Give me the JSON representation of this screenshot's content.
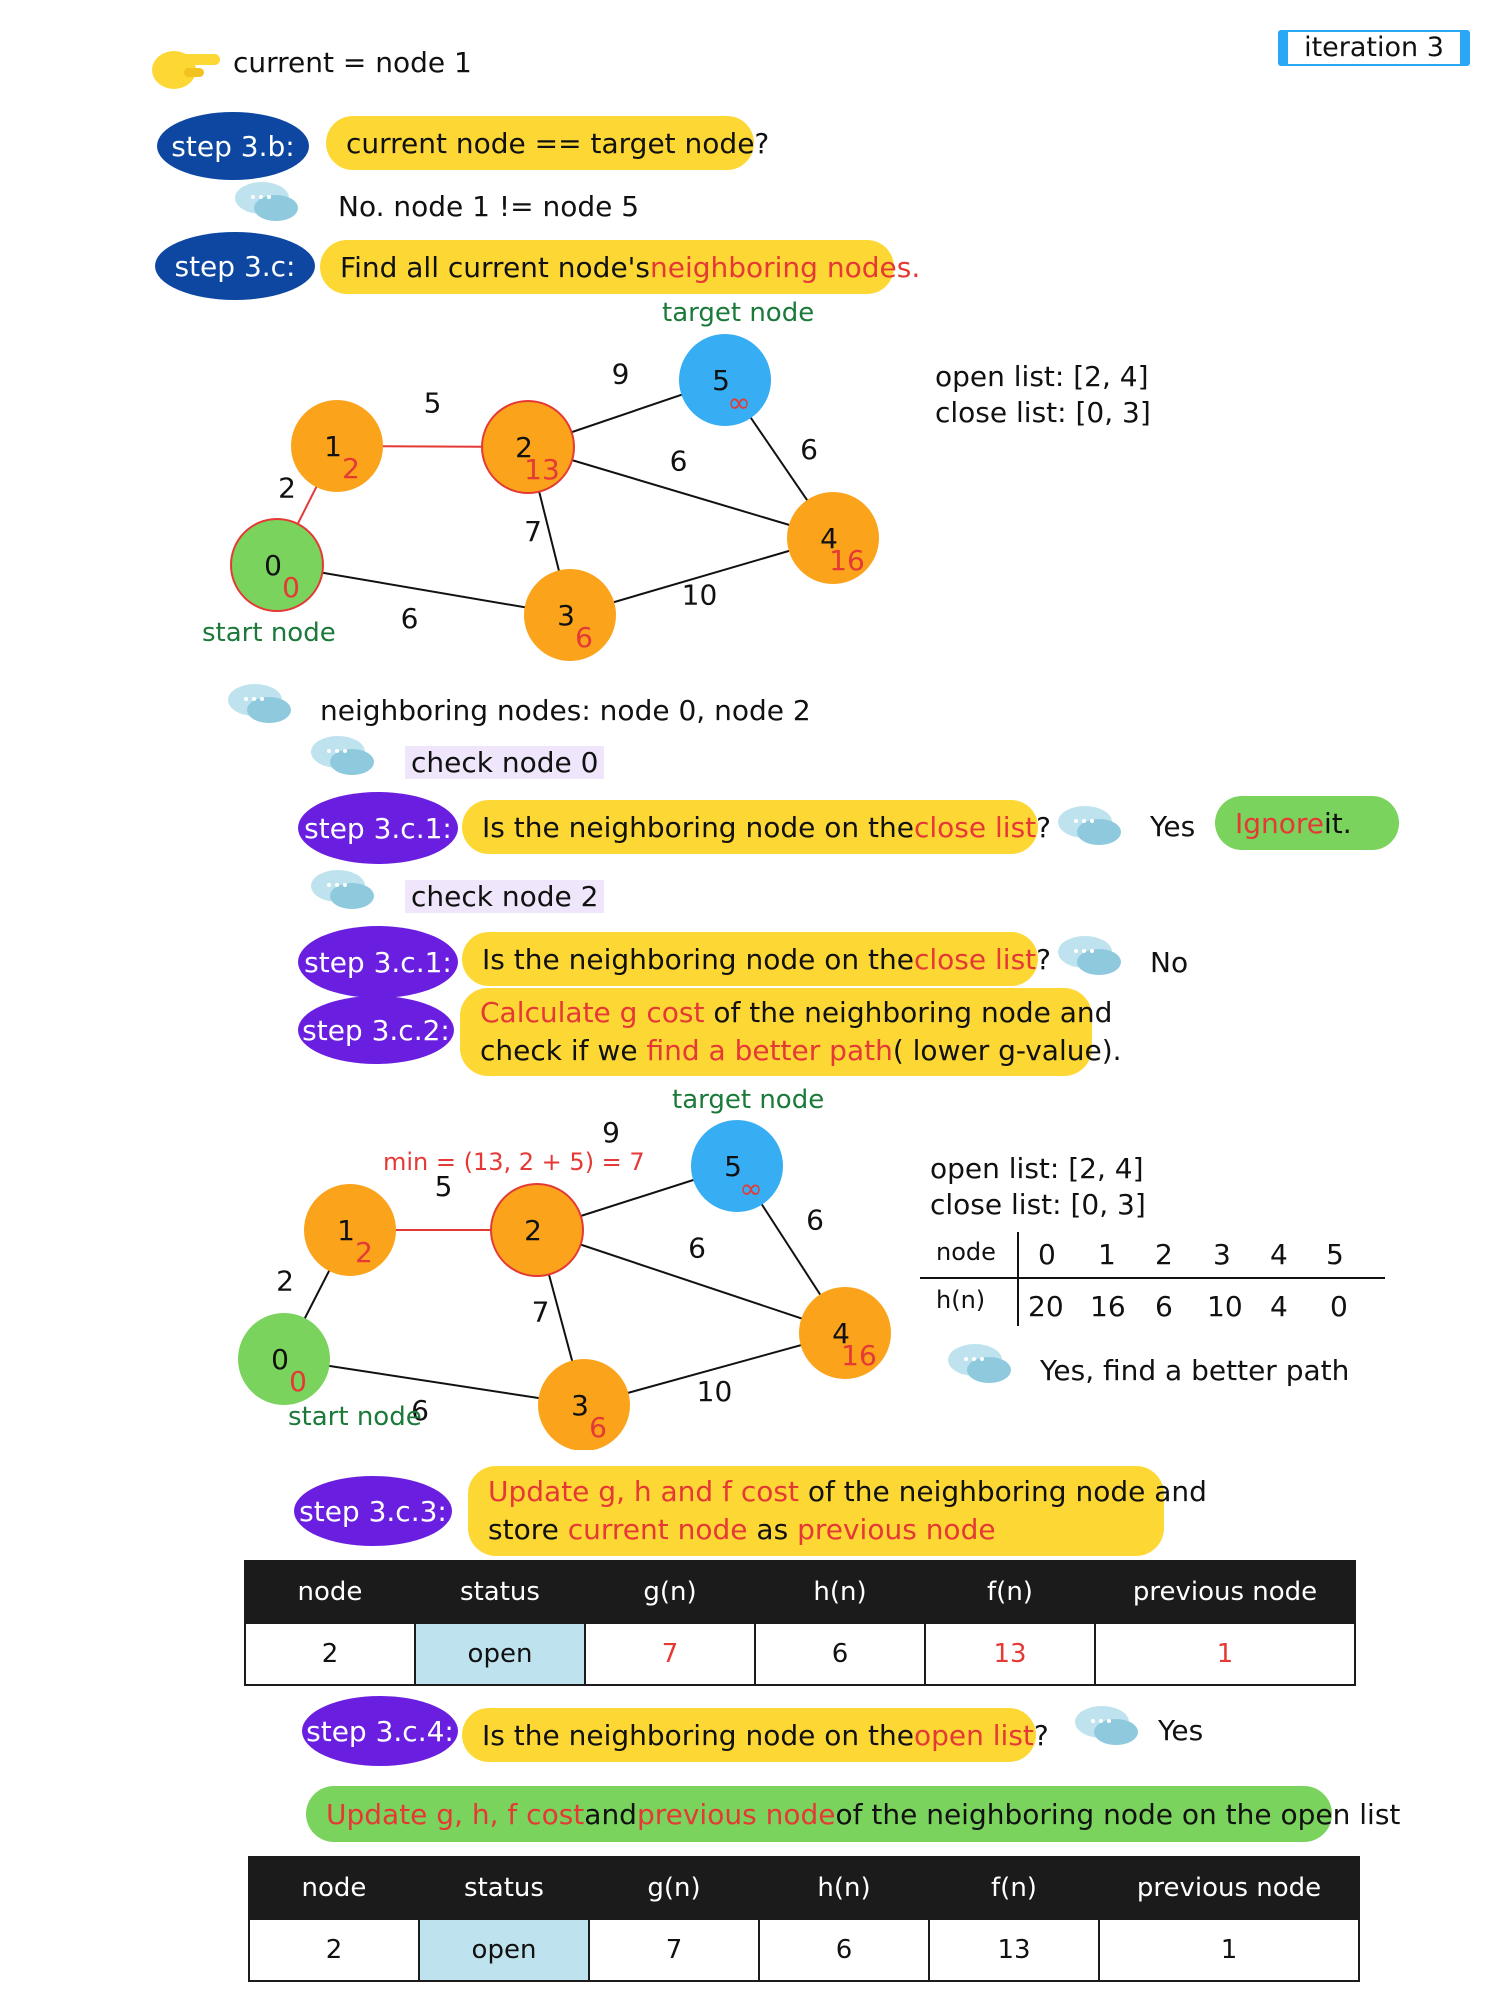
{
  "iteration_label": "iteration 3",
  "current_label": "current = node 1",
  "steps": {
    "s3b": {
      "badge": "step 3.b:",
      "text": "current node == target node?",
      "answer": "No. node 1 != node 5"
    },
    "s3c": {
      "badge": "step 3.c:",
      "text_a": "Find all current node's ",
      "text_b": "neighboring nodes."
    }
  },
  "graph1": {
    "target_label": "target node",
    "start_label": "start node",
    "open_list": "open list: [2, 4]",
    "close_list": "close list: [0, 3]",
    "nodes": [
      {
        "id": "0",
        "g": "0",
        "color": "#7ad35c",
        "ring": "#e53935"
      },
      {
        "id": "1",
        "g": "2",
        "color": "#fba31b",
        "ring": ""
      },
      {
        "id": "2",
        "g": "13",
        "color": "#fba31b",
        "ring": "#e53935"
      },
      {
        "id": "3",
        "g": "6",
        "color": "#fba31b",
        "ring": ""
      },
      {
        "id": "4",
        "g": "16",
        "color": "#fba31b",
        "ring": ""
      },
      {
        "id": "5",
        "g": "∞",
        "color": "#37aef4",
        "ring": ""
      }
    ],
    "edges": [
      {
        "from": "0",
        "to": "1",
        "w": "2",
        "color": "#e53935"
      },
      {
        "from": "1",
        "to": "2",
        "w": "5",
        "color": "#e53935"
      },
      {
        "from": "0",
        "to": "3",
        "w": "6",
        "color": "#111111"
      },
      {
        "from": "2",
        "to": "3",
        "w": "7",
        "color": "#111111"
      },
      {
        "from": "2",
        "to": "5",
        "w": "9",
        "color": "#111111"
      },
      {
        "from": "2",
        "to": "4",
        "w": "6",
        "color": "#111111"
      },
      {
        "from": "3",
        "to": "4",
        "w": "10",
        "color": "#111111"
      },
      {
        "from": "5",
        "to": "4",
        "w": "6",
        "color": "#111111"
      }
    ]
  },
  "neighbors_text": "neighboring nodes: node 0, node 2",
  "check0": "check node 0",
  "s3c1a": {
    "badge": "step 3.c.1:",
    "text_a": "Is the neighboring node on the ",
    "text_b": "close list",
    "text_c": "?",
    "answer": "Yes",
    "action_a": "Ignore",
    "action_b": " it."
  },
  "check2": "check node 2",
  "s3c1b": {
    "badge": "step 3.c.1:",
    "text_a": "Is the neighboring node on the ",
    "text_b": "close list",
    "text_c": "?",
    "answer": "No"
  },
  "s3c2": {
    "badge": "step 3.c.2:",
    "l1_a": "Calculate g cost",
    "l1_b": " of the neighboring node and",
    "l2_a": "check if we ",
    "l2_b": "find a better path",
    "l2_c": "( lower g-value)."
  },
  "graph2": {
    "target_label": "target node",
    "start_label": "start node",
    "min_label": "min = (13, 2 + 5) = 7",
    "open_list": "open list: [2, 4]",
    "close_list": "close list: [0, 3]",
    "nodes": [
      {
        "id": "0",
        "g": "0",
        "color": "#7ad35c",
        "ring": ""
      },
      {
        "id": "1",
        "g": "2",
        "color": "#fba31b",
        "ring": ""
      },
      {
        "id": "2",
        "g": "",
        "color": "#fba31b",
        "ring": "#e53935"
      },
      {
        "id": "3",
        "g": "6",
        "color": "#fba31b",
        "ring": ""
      },
      {
        "id": "4",
        "g": "16",
        "color": "#fba31b",
        "ring": ""
      },
      {
        "id": "5",
        "g": "∞",
        "color": "#37aef4",
        "ring": ""
      }
    ],
    "edges": [
      {
        "from": "0",
        "to": "1",
        "w": "2",
        "color": "#111111"
      },
      {
        "from": "1",
        "to": "2",
        "w": "5",
        "color": "#e53935"
      },
      {
        "from": "0",
        "to": "3",
        "w": "6",
        "color": "#111111"
      },
      {
        "from": "2",
        "to": "3",
        "w": "7",
        "color": "#111111"
      },
      {
        "from": "2",
        "to": "5",
        "w": "9",
        "color": "#111111"
      },
      {
        "from": "2",
        "to": "4",
        "w": "6",
        "color": "#111111"
      },
      {
        "from": "3",
        "to": "4",
        "w": "10",
        "color": "#111111"
      },
      {
        "from": "5",
        "to": "4",
        "w": "6",
        "color": "#111111"
      }
    ]
  },
  "heuristic_table": {
    "row1_label": "node",
    "row2_label": "h(n)",
    "nodes": [
      "0",
      "1",
      "2",
      "3",
      "4",
      "5"
    ],
    "h": [
      "20",
      "16",
      "6",
      "10",
      "4",
      "0"
    ]
  },
  "better_path_answer": "Yes, find a better path",
  "s3c3": {
    "badge": "step 3.c.3:",
    "l1_a": "Update g, h and f cost",
    "l1_b": " of the neighboring node and",
    "l2_a": "store ",
    "l2_b": "current node",
    "l2_c": " as ",
    "l2_d": "previous node"
  },
  "table_headers": [
    "node",
    "status",
    "g(n)",
    "h(n)",
    "f(n)",
    "previous node"
  ],
  "table1_row": [
    "2",
    "open",
    "7",
    "6",
    "13",
    "1"
  ],
  "s3c4": {
    "badge": "step 3.c.4:",
    "text_a": "Is the neighboring node on the ",
    "text_b": "open list",
    "text_c": "?",
    "answer": "Yes"
  },
  "update_banner": {
    "a": "Update g, h, f cost",
    "b": " and ",
    "c": "previous node",
    "d": " of the neighboring node on the open list"
  },
  "table2_row": [
    "2",
    "open",
    "7",
    "6",
    "13",
    "1"
  ],
  "colors": {
    "step_blue": "#0d47a1",
    "step_purple": "#6a1fe0",
    "pill_yellow": "#fdd835",
    "pill_green": "#7ad35c",
    "highlight_red": "#e53935",
    "label_green": "#1b7a3a",
    "open_cell": "#bfe3ee"
  }
}
